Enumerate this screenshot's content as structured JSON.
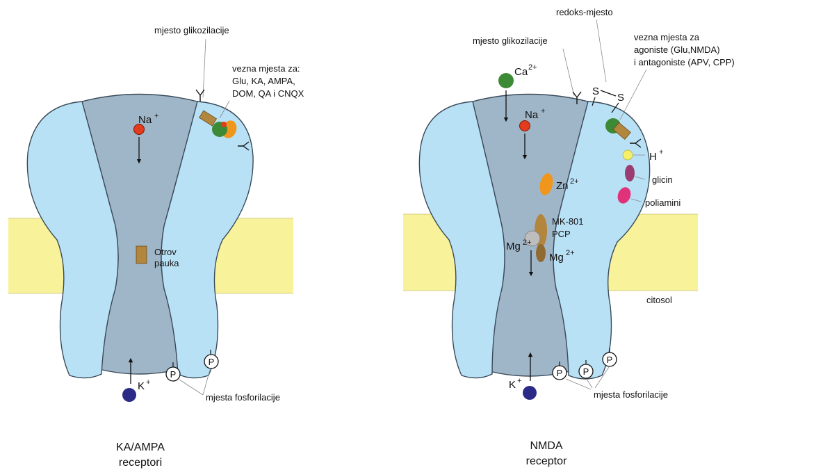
{
  "colors": {
    "lobe": "#b9e1f6",
    "pore": "#9fb6c8",
    "membrane": "#f8f29a",
    "na": "#e23b1e",
    "k": "#2b2a86",
    "ca": "#3c8a35",
    "zn": "#f0961c",
    "mg": "#bdbdbd",
    "toxin": "#b2863c",
    "glycine": "#9a3c72",
    "polyamine": "#e0327a",
    "proton": "#f5f06a"
  },
  "left": {
    "title_line1": "KA/AMPA",
    "title_line2": "receptori",
    "glyco_label": "mjesto glikozilacije",
    "binding_line1": "vezna mjesta za:",
    "binding_line2": "Glu, KA, AMPA,",
    "binding_line3": "DOM, QA i CNQX",
    "na_label": "Na",
    "na_sup": "+",
    "k_label": "K",
    "k_sup": "+",
    "toxin_line1": "Otrov",
    "toxin_line2": "pauka",
    "phospho_label": "mjesta fosforilacije",
    "p_label": "P"
  },
  "right": {
    "title_line1": "NMDA",
    "title_line2": "receptor",
    "redox_label": "redoks-mjesto",
    "glyco_label": "mjesto glikozilacije",
    "s_label": "S",
    "binding_line1": "vezna mjesta za",
    "binding_line2": "agoniste (Glu,NMDA)",
    "binding_line3": "i antagoniste (APV, CPP)",
    "ca_label": "Ca",
    "ca_sup": "2+",
    "na_label": "Na",
    "na_sup": "+",
    "h_label": "H",
    "h_sup": "+",
    "glycine_label": "glicin",
    "zn_label": "Zn",
    "zn_sup": "2+",
    "polyamine_label": "poliamini",
    "mk_line1": "MK-801",
    "mk_line2": "PCP",
    "mg_label": "Mg",
    "mg_sup": "2+",
    "cytosol_label": "citosol",
    "k_label": "K",
    "k_sup": "+",
    "phospho_label": "mjesta fosforilacije",
    "p_label": "P"
  }
}
